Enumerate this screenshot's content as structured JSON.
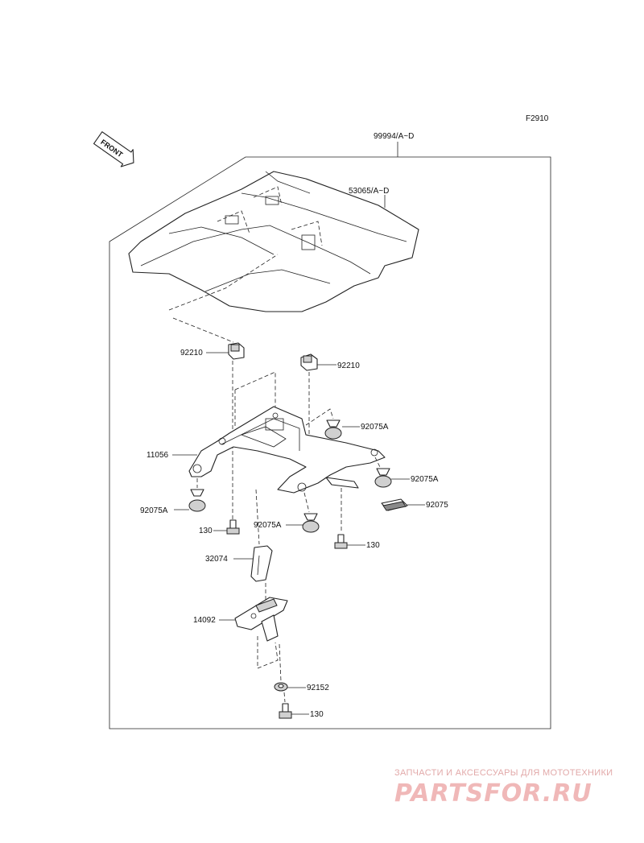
{
  "figure_code": "F2910",
  "front_arrow_label": "FRONT",
  "labels": {
    "assembly": "99994/A~D",
    "cover": "53065/A~D",
    "nut_left": "92210",
    "nut_right": "92210",
    "bracket": "11056",
    "damper_upper_right": "92075A",
    "damper_right": "92075A",
    "damper_left": "92075A",
    "damper_center": "92075A",
    "damper_flat": "92075",
    "bolt_left": "130",
    "bolt_right": "130",
    "stay": "32074",
    "holder": "14092",
    "washer": "92152",
    "bolt_bottom": "130"
  },
  "watermark": {
    "subtitle": "ЗАПЧАСТИ И АКСЕССУАРЫ ДЛЯ МОТОТЕХНИКИ",
    "logo": "PARTSFOR.RU"
  }
}
